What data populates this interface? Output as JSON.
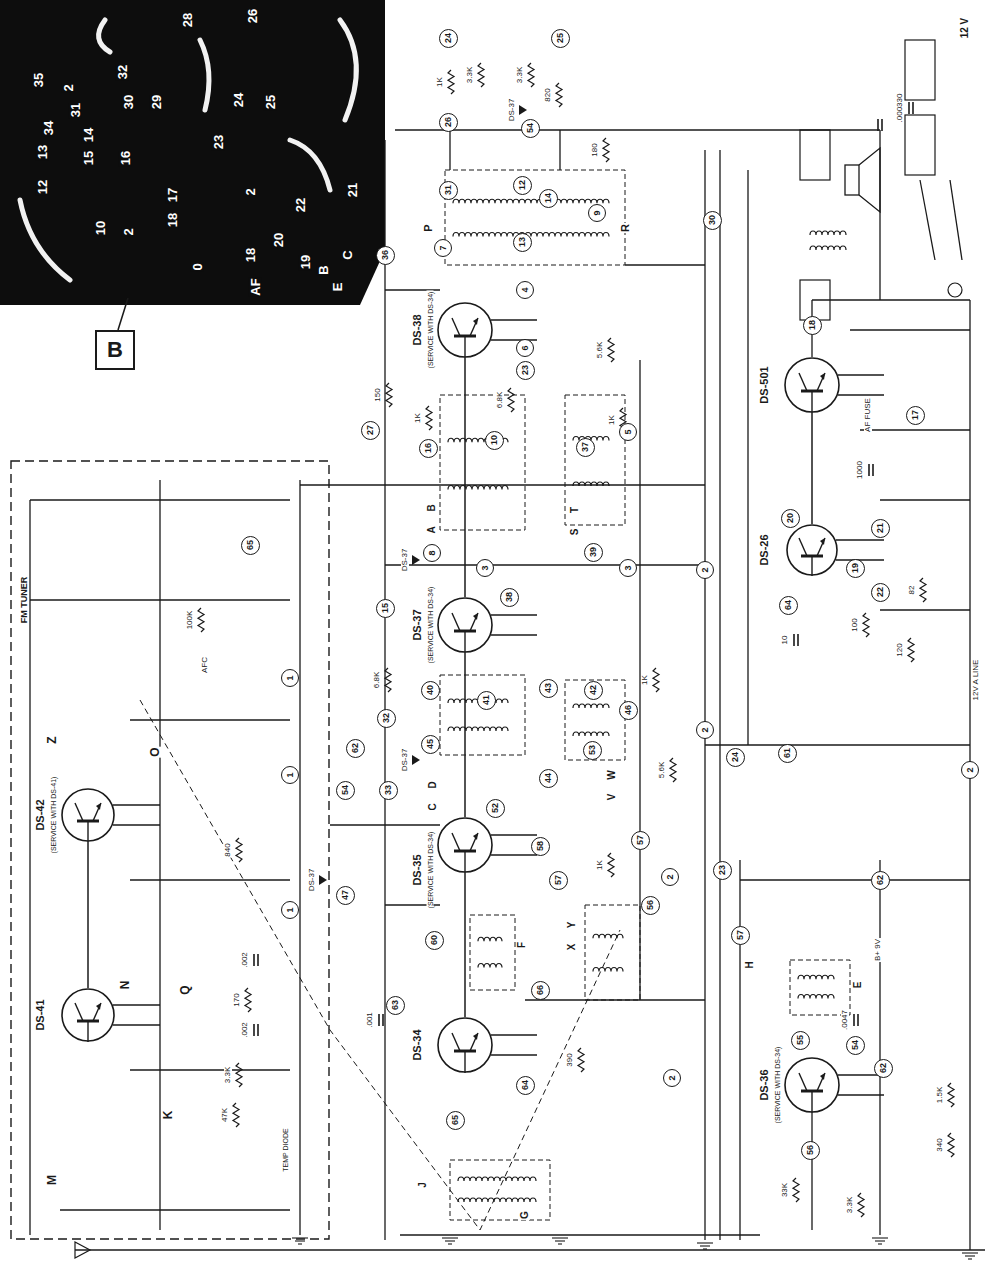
{
  "diagram": {
    "nodes": [
      {
        "text": [
          "B"
        ]
      },
      {
        "text": [
          "FM TUNER"
        ]
      },
      {
        "text": [
          "DS-42",
          "(SERVICE WITH DS-41)"
        ],
        "in": 1
      },
      {
        "text": [
          "DS-41"
        ],
        "in": 1
      },
      {
        "text": [
          "DS-38",
          "(SERVICE WITH DS-34)"
        ]
      },
      {
        "text": [
          "DS-37",
          "(SERVICE WITH DS-34)"
        ]
      },
      {
        "text": [
          "DS-35",
          "(SERVICE WITH DS-34)"
        ]
      },
      {
        "text": [
          "DS-34"
        ]
      },
      {
        "text": [
          "DS-36",
          "(SERVICE WITH DS-34)"
        ]
      },
      {
        "text": [
          "DS-26"
        ]
      },
      {
        "text": [
          "DS-501"
        ]
      },
      {
        "text": [
          "24"
        ]
      },
      {
        "text": [
          "25"
        ]
      },
      {
        "text": [
          "26"
        ]
      },
      {
        "text": [
          "54"
        ]
      },
      {
        "text": [
          "31"
        ]
      },
      {
        "text": [
          "12"
        ]
      },
      {
        "text": [
          "14"
        ]
      },
      {
        "text": [
          "9"
        ]
      },
      {
        "text": [
          "7"
        ]
      },
      {
        "text": [
          "13"
        ]
      },
      {
        "text": [
          "4"
        ]
      },
      {
        "text": [
          "6"
        ]
      },
      {
        "text": [
          "23"
        ]
      },
      {
        "text": [
          "30"
        ]
      },
      {
        "text": [
          "36"
        ]
      },
      {
        "text": [
          "27"
        ]
      },
      {
        "text": [
          "16"
        ]
      },
      {
        "text": [
          "10"
        ]
      },
      {
        "text": [
          "37"
        ]
      },
      {
        "text": [
          "5"
        ]
      },
      {
        "text": [
          "8"
        ]
      },
      {
        "text": [
          "3"
        ]
      },
      {
        "text": [
          "39"
        ]
      },
      {
        "text": [
          "3"
        ]
      },
      {
        "text": [
          "18"
        ]
      },
      {
        "text": [
          "17"
        ]
      },
      {
        "text": [
          "20"
        ]
      },
      {
        "text": [
          "21"
        ]
      },
      {
        "text": [
          "19"
        ]
      },
      {
        "text": [
          "22"
        ]
      },
      {
        "text": [
          "65"
        ],
        "in": 1
      },
      {
        "text": [
          "15"
        ]
      },
      {
        "text": [
          "38"
        ]
      },
      {
        "text": [
          "40"
        ]
      },
      {
        "text": [
          "41"
        ]
      },
      {
        "text": [
          "42"
        ]
      },
      {
        "text": [
          "43"
        ]
      },
      {
        "text": [
          "46"
        ]
      },
      {
        "text": [
          "45"
        ]
      },
      {
        "text": [
          "53"
        ]
      },
      {
        "text": [
          "44"
        ]
      },
      {
        "text": [
          "32"
        ]
      },
      {
        "text": [
          "33"
        ]
      },
      {
        "text": [
          "62"
        ]
      },
      {
        "text": [
          "54"
        ]
      },
      {
        "text": [
          "47"
        ]
      },
      {
        "text": [
          "1"
        ],
        "in": 1
      },
      {
        "text": [
          "1"
        ],
        "in": 1
      },
      {
        "text": [
          "1"
        ],
        "in": 1
      },
      {
        "text": [
          "52"
        ]
      },
      {
        "text": [
          "58"
        ]
      },
      {
        "text": [
          "57"
        ]
      },
      {
        "text": [
          "57"
        ]
      },
      {
        "text": [
          "2"
        ]
      },
      {
        "text": [
          "2"
        ]
      },
      {
        "text": [
          "2"
        ]
      },
      {
        "text": [
          "24"
        ]
      },
      {
        "text": [
          "23"
        ]
      },
      {
        "text": [
          "61"
        ]
      },
      {
        "text": [
          "64"
        ]
      },
      {
        "text": [
          "2"
        ]
      },
      {
        "text": [
          "62"
        ]
      },
      {
        "text": [
          "56"
        ]
      },
      {
        "text": [
          "60"
        ]
      },
      {
        "text": [
          "66"
        ]
      },
      {
        "text": [
          "63"
        ]
      },
      {
        "text": [
          "64"
        ]
      },
      {
        "text": [
          "65"
        ]
      },
      {
        "text": [
          "2"
        ]
      },
      {
        "text": [
          "57"
        ]
      },
      {
        "text": [
          "55"
        ]
      },
      {
        "text": [
          "54"
        ]
      },
      {
        "text": [
          "62"
        ]
      },
      {
        "text": [
          "56"
        ]
      }
    ],
    "edges": [
      {
        "from": 6,
        "to": 5,
        "arrow": "none"
      },
      {
        "from": 5,
        "to": 4,
        "arrow": "none"
      },
      {
        "from": 7,
        "to": 6,
        "arrow": "none"
      },
      {
        "from": 10,
        "to": 9,
        "arrow": "none"
      },
      {
        "from": 3,
        "to": 2,
        "arrow": "none"
      }
    ],
    "labels": [
      "35",
      "2",
      "34",
      "31",
      "13",
      "14",
      "15",
      "12",
      "10",
      "32",
      "30",
      "29",
      "16",
      "28",
      "26",
      "24",
      "25",
      "23",
      "17",
      "18",
      "2",
      "2",
      "22",
      "21",
      "20",
      "19",
      "B",
      "E",
      "C",
      "AF",
      "18",
      "0",
      "12 V",
      "AF FUSE",
      "12V A LINE",
      "B+ 9V",
      "AFC",
      "TEMP DIODE",
      "Z",
      "O",
      "N",
      "Q",
      "K",
      "M",
      "P",
      "R",
      "B",
      "A",
      "T",
      "S",
      "D",
      "C",
      "W",
      "V",
      "F",
      "Y",
      "X",
      "J",
      "G",
      "E",
      "H",
      "1K",
      "3.3K",
      "3.3K",
      "820",
      "180",
      "150",
      "1K",
      "6.8K",
      "1K",
      "5.6K",
      "6.8K",
      "1K",
      "5.6K",
      "1K",
      "390",
      "100K",
      "840",
      "170",
      "3.3K",
      "47K",
      "1.5K",
      "340",
      "33K",
      "3.3K",
      ".0047",
      ".002",
      ".002",
      ".001",
      ".000330",
      "1000",
      "10",
      "100",
      "120",
      "82",
      "DS-37",
      "DS-37",
      "DS-37",
      "DS-37"
    ]
  }
}
